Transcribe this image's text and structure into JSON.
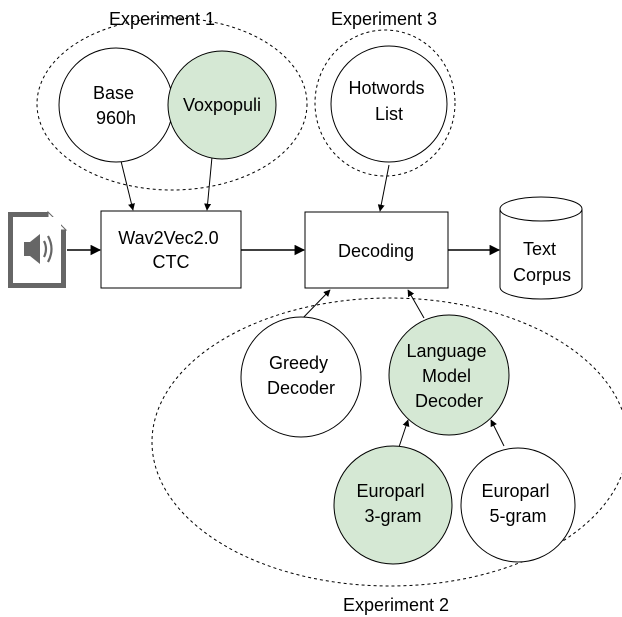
{
  "colors": {
    "node_fill": "#ffffff",
    "highlight_fill": "#d5e8d4",
    "stroke": "#000000",
    "icon_fill": "#666666"
  },
  "experiments": {
    "exp1": "Experiment 1",
    "exp2": "Experiment 2",
    "exp3": "Experiment 3"
  },
  "nodes": {
    "base": [
      "Base",
      "960h"
    ],
    "voxpopuli": [
      "Voxpopuli"
    ],
    "hotwords": [
      "Hotwords",
      "List"
    ],
    "wav2vec": [
      "Wav2Vec2.0",
      "CTC"
    ],
    "decoding": [
      "Decoding"
    ],
    "corpus": [
      "Text",
      "Corpus"
    ],
    "greedy": [
      "Greedy",
      "Decoder"
    ],
    "lm": [
      "Language",
      "Model",
      "Decoder"
    ],
    "euro3": [
      "Europarl",
      "3-gram"
    ],
    "euro5": [
      "Europarl",
      "5-gram"
    ]
  },
  "icons": {
    "audio": "audio-file-icon"
  }
}
